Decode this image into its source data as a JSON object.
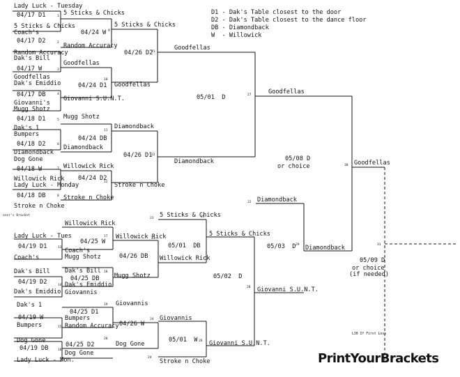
{
  "legend": [
    "D1 - Dak's Table closest to the door",
    "D2 - Dak's Table closest to the dance floor",
    "DB - Diamondback",
    "W  - Willowick"
  ],
  "winners_bracket": {
    "round1": [
      {
        "team_top": "Lady Luck - Tuesday",
        "team_bottom": "5 Sticks & Chicks",
        "schedule": "04/17 D1",
        "game": "1"
      },
      {
        "team_top": "Coach's",
        "team_bottom": "Random Accuracy",
        "schedule": "04/17 D2",
        "game": "2"
      },
      {
        "team_top": "Dak's Bill",
        "team_bottom": "Goodfellas",
        "schedule": "04/17 W",
        "game": "3"
      },
      {
        "team_top": "Dak's Emiddio",
        "team_bottom": "Giovanni's",
        "schedule": "04/17 DB",
        "game": "4"
      },
      {
        "team_top": "Mugg Shotz",
        "team_bottom": "Dak's 1",
        "schedule": "04/18 D1",
        "game": "5"
      },
      {
        "team_top": "Bumpers",
        "team_bottom": "Diamondback",
        "schedule": "04/18 D2",
        "game": "6"
      },
      {
        "team_top": "Dog Gone",
        "team_bottom": "Willowick Rick",
        "schedule": "04/18 W",
        "game": "7"
      },
      {
        "team_top": "Lady Luck - Monday",
        "team_bottom": "Stroke n Choke",
        "schedule": "04/18 DB",
        "game": "8"
      }
    ],
    "round1_winners": [
      "5 Sticks & Chicks",
      "Random Accuracy",
      "Goodfellas",
      "Giovanni S.U.N.T.",
      "Mugg Shotz",
      "Diamondback",
      "Willowick Rick",
      "Stroke n Choke"
    ],
    "round2": [
      {
        "schedule": "04/24 W",
        "game": "9"
      },
      {
        "schedule": "04/24 D1",
        "game": "10"
      },
      {
        "schedule": "04/24 DB",
        "game": "11"
      },
      {
        "schedule": "04/24 D2",
        "game": "12"
      }
    ],
    "round2_winners": [
      "5 Sticks & Chicks",
      "Goodfellas",
      "Diamondback",
      "Stroke n Choke"
    ],
    "round3": [
      {
        "schedule": "04/26 D2",
        "game": "21"
      },
      {
        "schedule": "04/26 D1",
        "game": "22"
      }
    ],
    "round3_winners": [
      "Goodfellas",
      "Diamondback"
    ],
    "semifinal": {
      "schedule": "05/01  D",
      "game": "27",
      "winner": "Goodfellas"
    },
    "final": {
      "schedule": "05/08 D",
      "schedule_alt": "or choice",
      "game": "30",
      "winner": "Goodfellas"
    },
    "if_needed": {
      "schedule": "05/09 D",
      "line2": "or choice",
      "line3": "(if needed)",
      "game": "31"
    }
  },
  "losers_bracket": {
    "title": "oser's Bracket",
    "round1": [
      {
        "team_top": "Lady Luck - Tues",
        "team_bottom": "Coach's",
        "schedule": "04/19 D1",
        "game": "13",
        "winner": "Coach's Mugg Shotz"
      },
      {
        "team_top": "Dak's Bill",
        "team_bottom": "Dak's Emiddio",
        "schedule": "04/19 D2",
        "game": "14",
        "winner": "Dak's Emiddio"
      },
      {
        "team_top": "Dak's 1",
        "team_bottom": "Bumpers",
        "schedule": "04/19 W",
        "game": "15",
        "winner": "Bumpers"
      },
      {
        "team_top": "Dog Gone",
        "team_bottom": "Lady Luck - Mon.",
        "schedule": "04/19 DB",
        "game": "16",
        "winner": "Dog Gone"
      }
    ],
    "round2_drops": [
      "Willowick Rick",
      "Mugg Shotz",
      "Giovannis",
      "Random Accuracy"
    ],
    "round2": [
      {
        "schedule": "04/25 W",
        "game": "17",
        "winner": "Willowick Rick"
      },
      {
        "schedule": "04/25 DB",
        "game": "18",
        "winner": "Mugg Shotz"
      },
      {
        "schedule": "04/25 D1",
        "game": "19",
        "winner": "Giovannis"
      },
      {
        "schedule": "04/25 D2",
        "game": "20",
        "winner": "Dog Gone"
      }
    ],
    "round3": [
      {
        "schedule": "04/26 DB",
        "game": "23",
        "winner": "Willowick Rick"
      },
      {
        "schedule": "04/26 W",
        "game": "24",
        "winner": "Giovannis"
      }
    ],
    "round4_drops": [
      "5 Sticks & Chicks",
      "Stroke n Choke"
    ],
    "round4": [
      {
        "schedule": "05/01  DB",
        "game": "25",
        "winner": "5 Sticks & Chicks"
      },
      {
        "schedule": "05/01  W",
        "game": "26",
        "winner": "Giovanni S.U.N.T."
      }
    ],
    "round5": {
      "schedule": "05/02  D",
      "game": "28",
      "winner": "Giovanni S.U.N.T."
    },
    "round6_drop": "Diamondback",
    "round6": {
      "schedule": "05/03  D",
      "game": "29",
      "winner": "Diamondback"
    },
    "loser_note": "L30 If First Loss"
  },
  "brand": "PrintYourBrackets"
}
